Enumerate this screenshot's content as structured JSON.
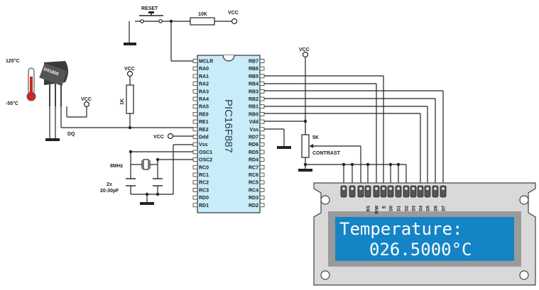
{
  "labels": {
    "reset": "RESET",
    "r10k": "10K",
    "vcc_top": "VCC",
    "vcc_pot": "VCC",
    "vcc_pull": "VCC",
    "vcc_sensor": "VCC",
    "vcc_ddd": "VCC",
    "r1k": "1K",
    "dq": "DQ",
    "t_high": "125°C",
    "t_low": "-55°C",
    "sensor_text": "DS1820",
    "crystal": "8MHz",
    "caps_line1": "2x",
    "caps_line2": "20-30pF",
    "pot": "5K",
    "contrast": "CONTRAST",
    "chip_name": "PIC16F887"
  },
  "chip": {
    "left_pins": [
      "MCLR",
      "RA0",
      "RA1",
      "RA2",
      "RA3",
      "RA4",
      "RA5",
      "RE0",
      "RE1",
      "RE2",
      "Ddd",
      "Vss",
      "OSC1",
      "OSC2",
      "RC0",
      "RC1",
      "RC2",
      "RC3",
      "RD0",
      "RD1"
    ],
    "right_pins": [
      "RB7",
      "RB6",
      "RB5",
      "RB4",
      "RB3",
      "RB2",
      "RB1",
      "RB0",
      "Vdd",
      "Vss",
      "RD7",
      "RD6",
      "RD5",
      "RD4",
      "RC7",
      "RC6",
      "RC5",
      "RC4",
      "RD3",
      "RD2"
    ]
  },
  "lcd": {
    "pins": [
      "RS",
      "R/W",
      "E",
      "D0",
      "D1",
      "D2",
      "D3",
      "D4",
      "D5",
      "D6",
      "D7"
    ],
    "line1": "Temperature:",
    "line2": "026.5000°C"
  },
  "colors": {
    "chip_fill": "#c8ecf8",
    "lcd_bezel": "#d9d9d9",
    "lcd_screen": "#1584c6"
  }
}
